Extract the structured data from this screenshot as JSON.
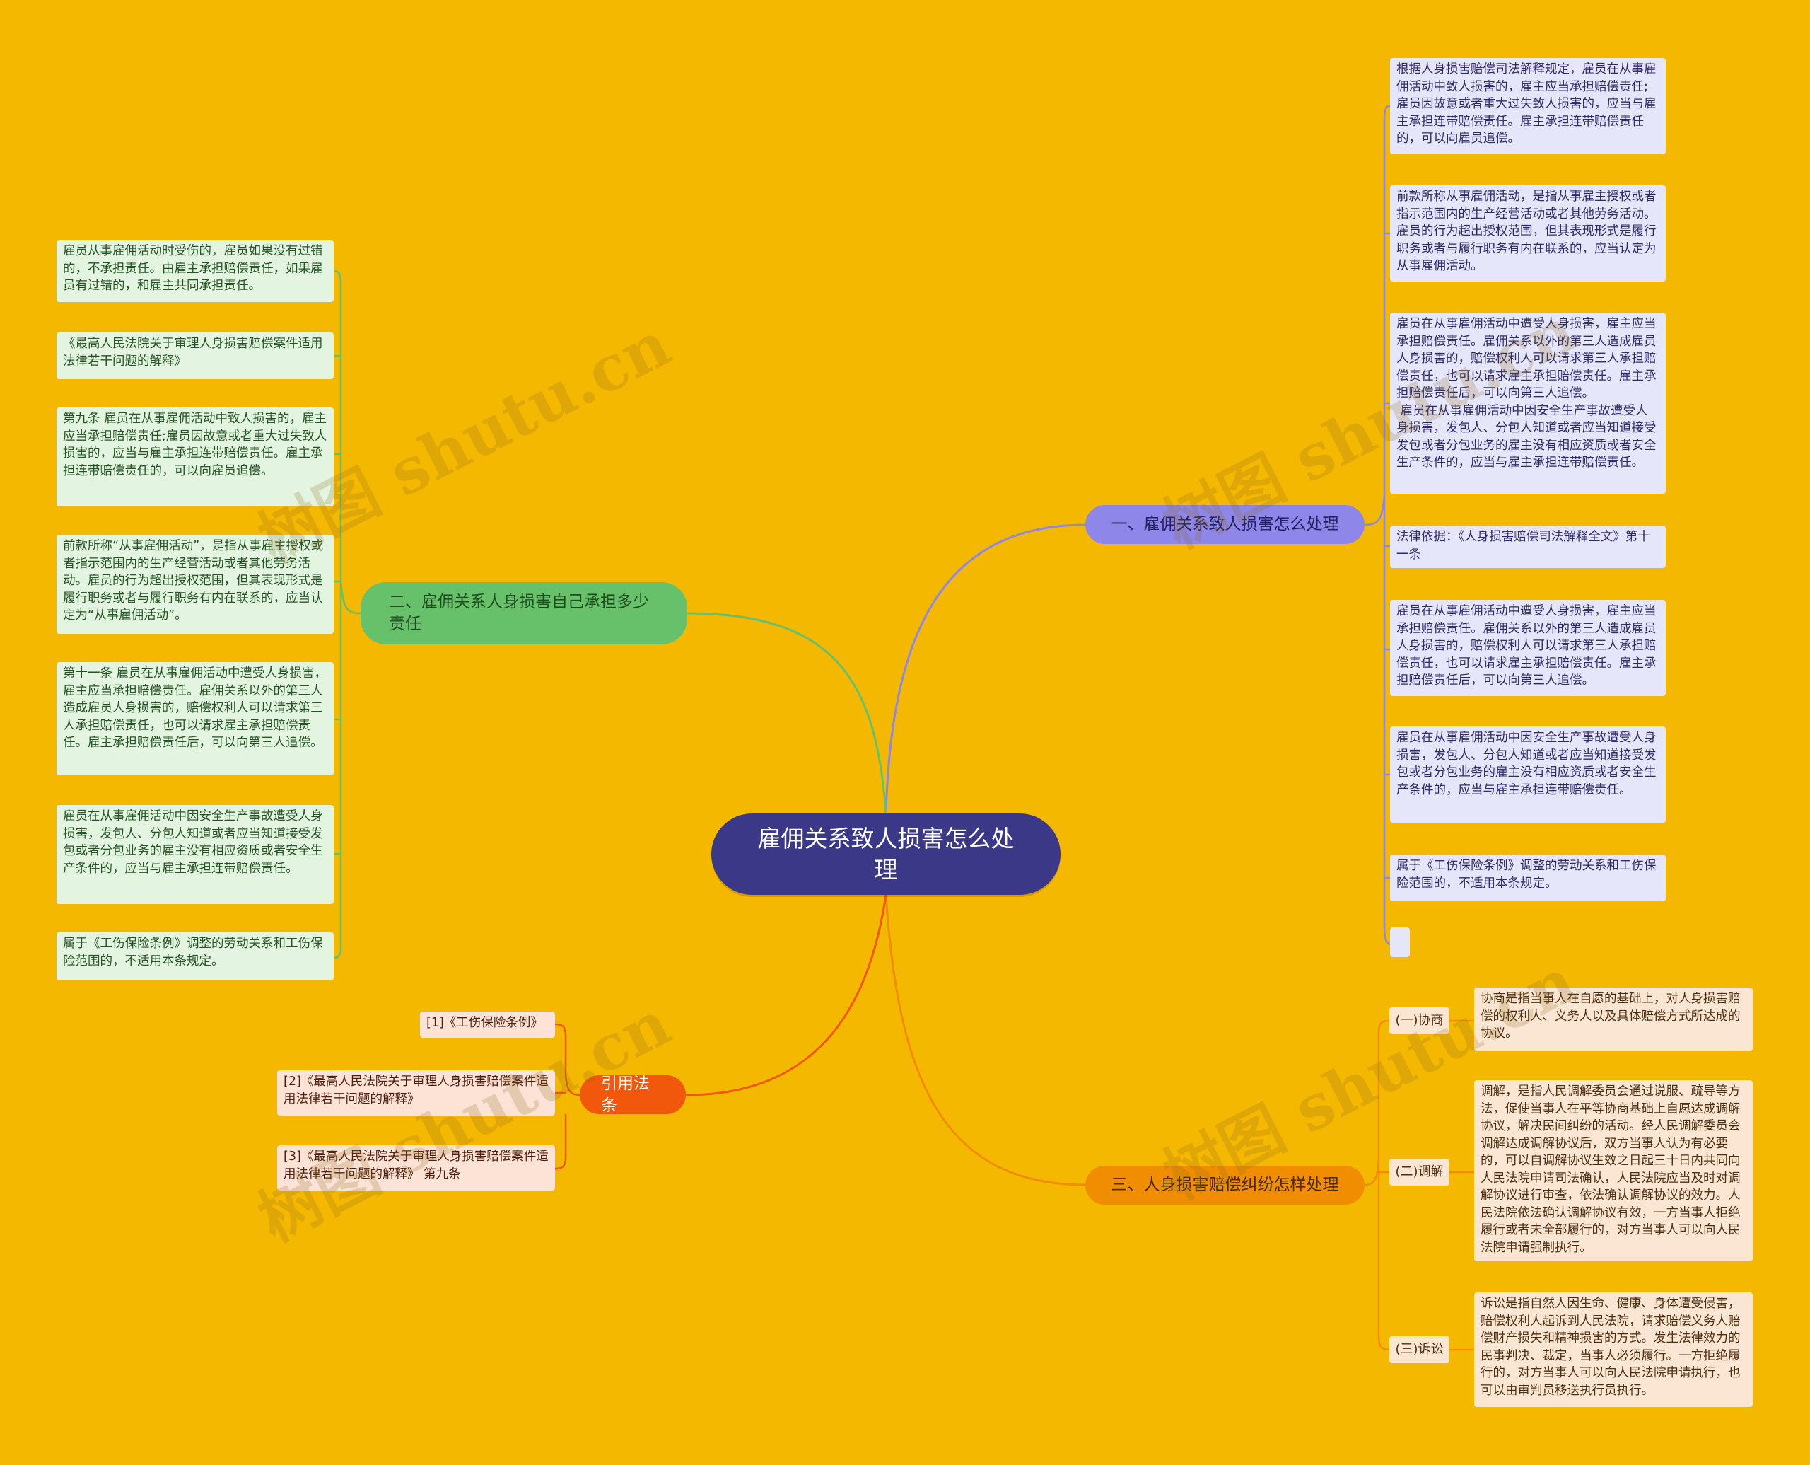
{
  "root": {
    "label": "雇佣关系致人损害怎么处理"
  },
  "branch1": {
    "label": "一、雇佣关系致人损害怎么处理",
    "leaves": [
      "根据人身损害赔偿司法解释规定，雇员在从事雇佣活动中致人损害的，雇主应当承担赔偿责任;雇员因故意或者重大过失致人损害的，应当与雇主承担连带赔偿责任。雇主承担连带赔偿责任的，可以向雇员追偿。",
      "前款所称从事雇佣活动，是指从事雇主授权或者指示范围内的生产经营活动或者其他劳务活动。雇员的行为超出授权范围，但其表现形式是履行职务或者与履行职务有内在联系的，应当认定为从事雇佣活动。",
      "雇员在从事雇佣活动中遭受人身损害，雇主应当承担赔偿责任。雇佣关系以外的第三人造成雇员人身损害的，赔偿权利人可以请求第三人承担赔偿责任，也可以请求雇主承担赔偿责任。雇主承担赔偿责任后，可以向第三人追偿。\n 雇员在从事雇佣活动中因安全生产事故遭受人身损害，发包人、分包人知道或者应当知道接受发包或者分包业务的雇主没有相应资质或者安全生产条件的，应当与雇主承担连带赔偿责任。",
      "法律依据：《人身损害赔偿司法解释全文》第十一条",
      "雇员在从事雇佣活动中遭受人身损害，雇主应当承担赔偿责任。雇佣关系以外的第三人造成雇员人身损害的，赔偿权利人可以请求第三人承担赔偿责任，也可以请求雇主承担赔偿责任。雇主承担赔偿责任后，可以向第三人追偿。",
      "雇员在从事雇佣活动中因安全生产事故遭受人身损害，发包人、分包人知道或者应当知道接受发包或者分包业务的雇主没有相应资质或者安全生产条件的，应当与雇主承担连带赔偿责任。",
      "属于《工伤保险条例》调整的劳动关系和工伤保险范围的，不适用本条规定。",
      ""
    ]
  },
  "branch2": {
    "label": "二、雇佣关系人身损害自己承担多少责任",
    "leaves": [
      "雇员从事雇佣活动时受伤的，雇员如果没有过错的，不承担责任。由雇主承担赔偿责任，如果雇员有过错的，和雇主共同承担责任。",
      "《最高人民法院关于审理人身损害赔偿案件适用法律若干问题的解释》",
      "第九条 雇员在从事雇佣活动中致人损害的，雇主应当承担赔偿责任;雇员因故意或者重大过失致人损害的，应当与雇主承担连带赔偿责任。雇主承担连带赔偿责任的，可以向雇员追偿。",
      "前款所称“从事雇佣活动”，是指从事雇主授权或者指示范围内的生产经营活动或者其他劳务活动。雇员的行为超出授权范围，但其表现形式是履行职务或者与履行职务有内在联系的，应当认定为“从事雇佣活动”。",
      "第十一条 雇员在从事雇佣活动中遭受人身损害，雇主应当承担赔偿责任。雇佣关系以外的第三人造成雇员人身损害的，赔偿权利人可以请求第三人承担赔偿责任，也可以请求雇主承担赔偿责任。雇主承担赔偿责任后，可以向第三人追偿。",
      "雇员在从事雇佣活动中因安全生产事故遭受人身损害，发包人、分包人知道或者应当知道接受发包或者分包业务的雇主没有相应资质或者安全生产条件的，应当与雇主承担连带赔偿责任。",
      "属于《工伤保险条例》调整的劳动关系和工伤保险范围的，不适用本条规定。"
    ]
  },
  "branch3": {
    "label": "三、人身损害赔偿纠纷怎样处理",
    "subs": [
      {
        "label": "(一)协商",
        "text": "协商是指当事人在自愿的基础上，对人身损害赔偿的权利人、义务人以及具体赔偿方式所达成的协议。"
      },
      {
        "label": "(二)调解",
        "text": "调解，是指人民调解委员会通过说服、疏导等方法，促使当事人在平等协商基础上自愿达成调解协议，解决民间纠纷的活动。经人民调解委员会调解达成调解协议后，双方当事人认为有必要的，可以自调解协议生效之日起三十日内共同向人民法院申请司法确认，人民法院应当及时对调解协议进行审查，依法确认调解协议的效力。人民法院依法确认调解协议有效，一方当事人拒绝履行或者未全部履行的，对方当事人可以向人民法院申请强制执行。"
      },
      {
        "label": "(三)诉讼",
        "text": "诉讼是指自然人因生命、健康、身体遭受侵害，赔偿权利人起诉到人民法院，请求赔偿义务人赔偿财产损失和精神损害的方式。发生法律效力的民事判决、裁定，当事人必须履行。一方拒绝履行的，对方当事人可以向人民法院申请执行，也可以由审判员移送执行员执行。"
      }
    ]
  },
  "branch4": {
    "label": "引用法条",
    "leaves": [
      "[1]《工伤保险条例》",
      "[2]《最高人民法院关于审理人身损害赔偿案件适用法律若干问题的解释》",
      "[3]《最高人民法院关于审理人身损害赔偿案件适用法律若干问题的解释》 第九条"
    ]
  },
  "watermark": "树图 shutu.cn",
  "colors": {
    "background": "#F5B800",
    "root": "#3B3887",
    "branch1": "#8E86E8",
    "branch2": "#67C06A",
    "branch3": "#F08D00",
    "branch4": "#F1580C"
  }
}
